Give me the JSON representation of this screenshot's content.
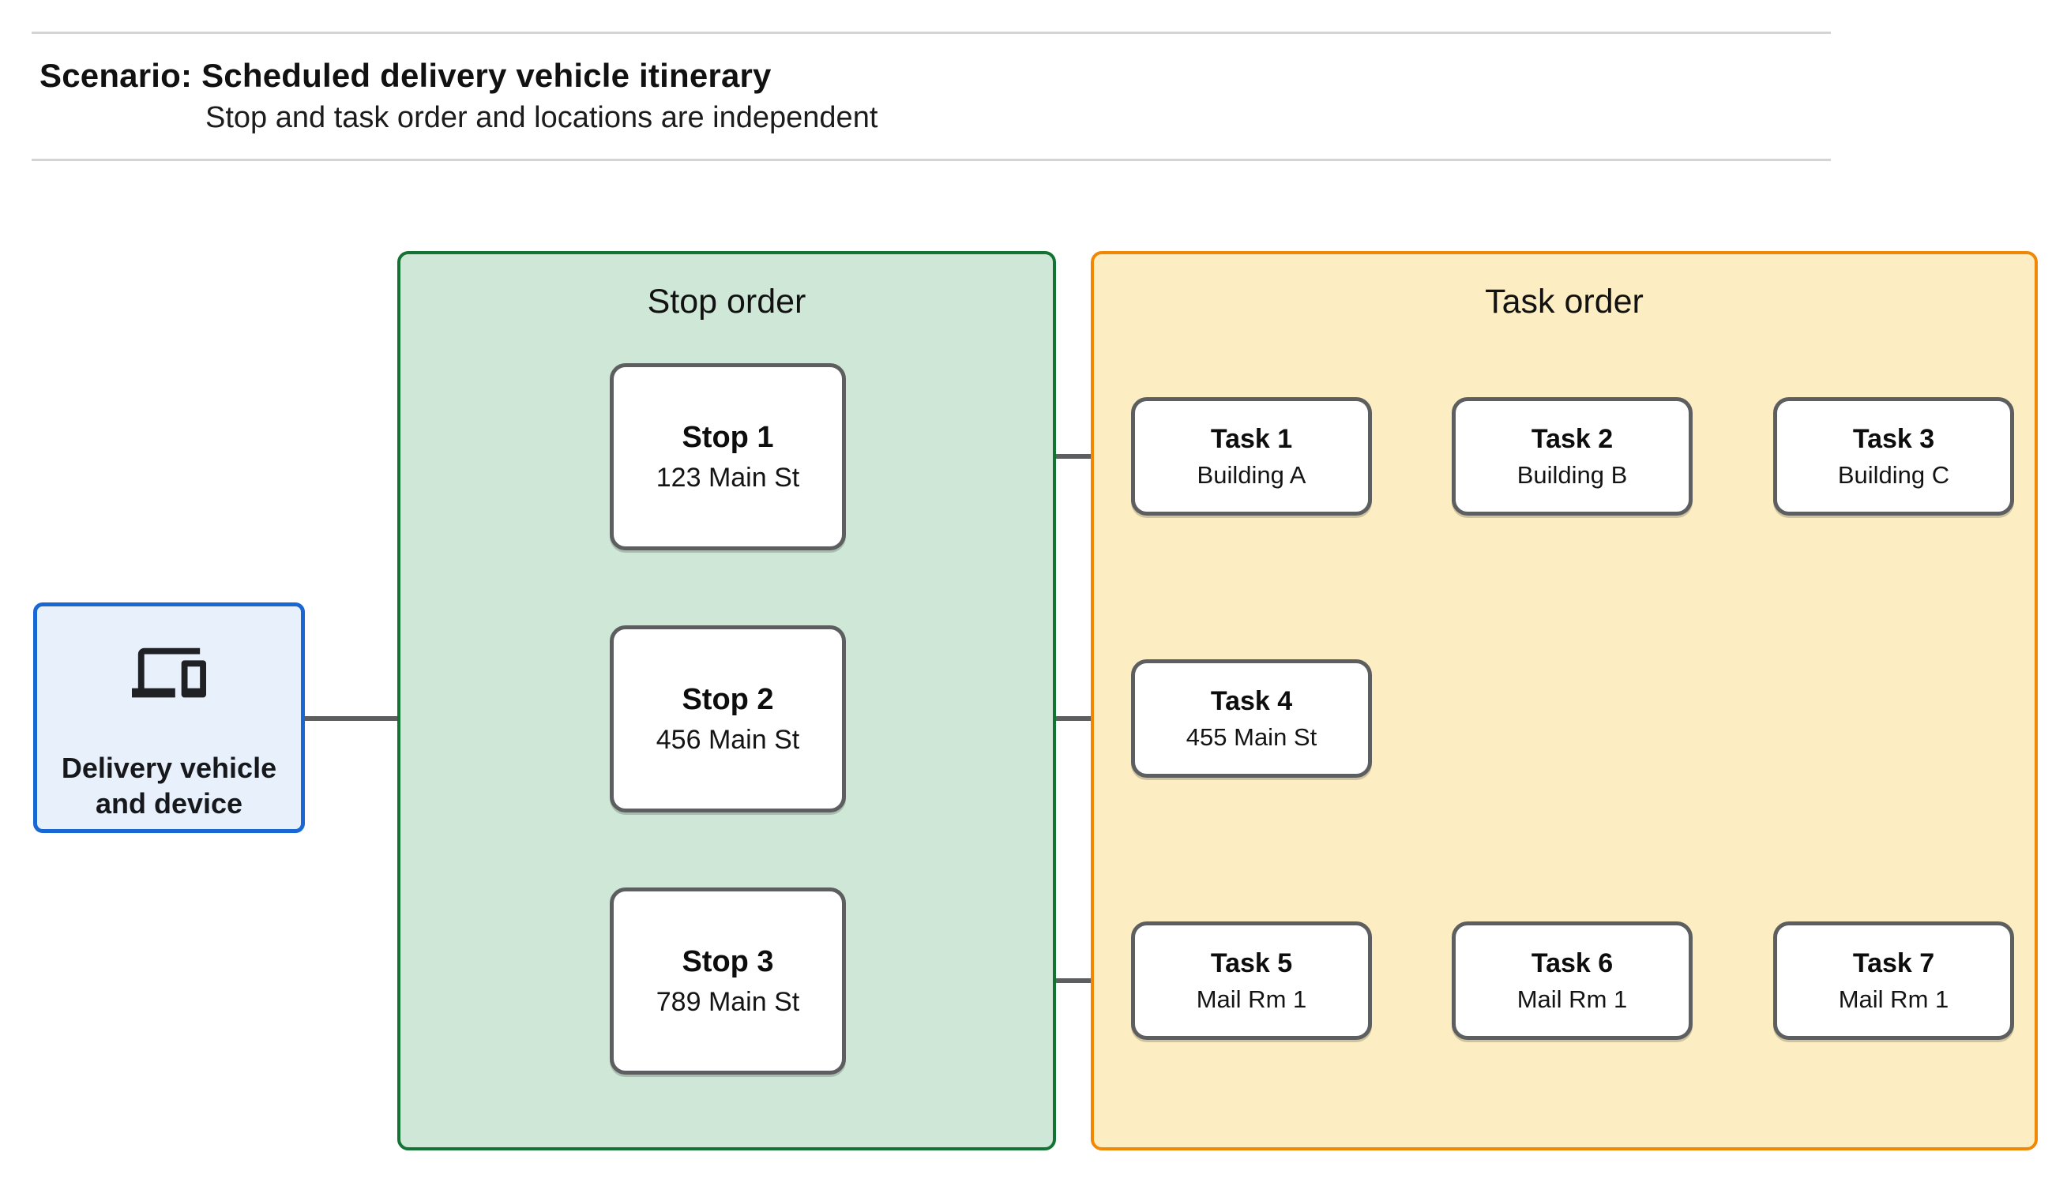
{
  "header": {
    "title_prefix": "Scenario:",
    "title_rest": "Scheduled delivery vehicle itinerary",
    "subtitle": "Stop and task order and locations are independent"
  },
  "delivery_node": {
    "icon": "devices-icon",
    "label": "Delivery vehicle and device"
  },
  "stop_group": {
    "title": "Stop order",
    "stops": [
      {
        "name": "Stop 1",
        "location": "123 Main St"
      },
      {
        "name": "Stop 2",
        "location": "456 Main St"
      },
      {
        "name": "Stop 3",
        "location": "789 Main St"
      }
    ]
  },
  "task_group": {
    "title": "Task order",
    "tasks": [
      {
        "name": "Task 1",
        "location": "Building A"
      },
      {
        "name": "Task 2",
        "location": "Building B"
      },
      {
        "name": "Task 3",
        "location": "Building C"
      },
      {
        "name": "Task 4",
        "location": "455 Main St"
      },
      {
        "name": "Task 5",
        "location": "Mail Rm 1"
      },
      {
        "name": "Task 6",
        "location": "Mail Rm 1"
      },
      {
        "name": "Task 7",
        "location": "Mail Rm 1"
      }
    ]
  },
  "colors": {
    "stop_group_fill": "#cfe7d6",
    "stop_group_border": "#137333",
    "task_group_fill": "#fcedc2",
    "task_group_border": "#f08705",
    "delivery_fill": "#e8f0fc",
    "delivery_border": "#1967d2",
    "connector_gray": "#5d5e60",
    "rule_gray": "#d4d4d4"
  }
}
